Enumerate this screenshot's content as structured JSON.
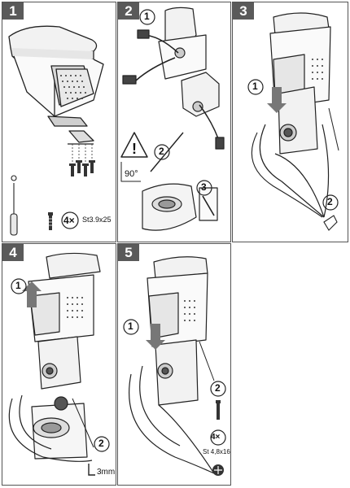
{
  "panels": [
    {
      "number": "1",
      "step_badge": "4×",
      "screw_spec": "St3.9x25"
    },
    {
      "number": "2",
      "steps": [
        "1",
        "2",
        "3"
      ],
      "angle": "90°"
    },
    {
      "number": "3",
      "steps": [
        "1",
        "2"
      ]
    },
    {
      "number": "4",
      "steps": [
        "1",
        "2"
      ],
      "tool_size": "3mm"
    },
    {
      "number": "5",
      "steps": [
        "1",
        "2"
      ],
      "step_badge": "4×",
      "screw_spec": "St 4,8x16"
    }
  ]
}
